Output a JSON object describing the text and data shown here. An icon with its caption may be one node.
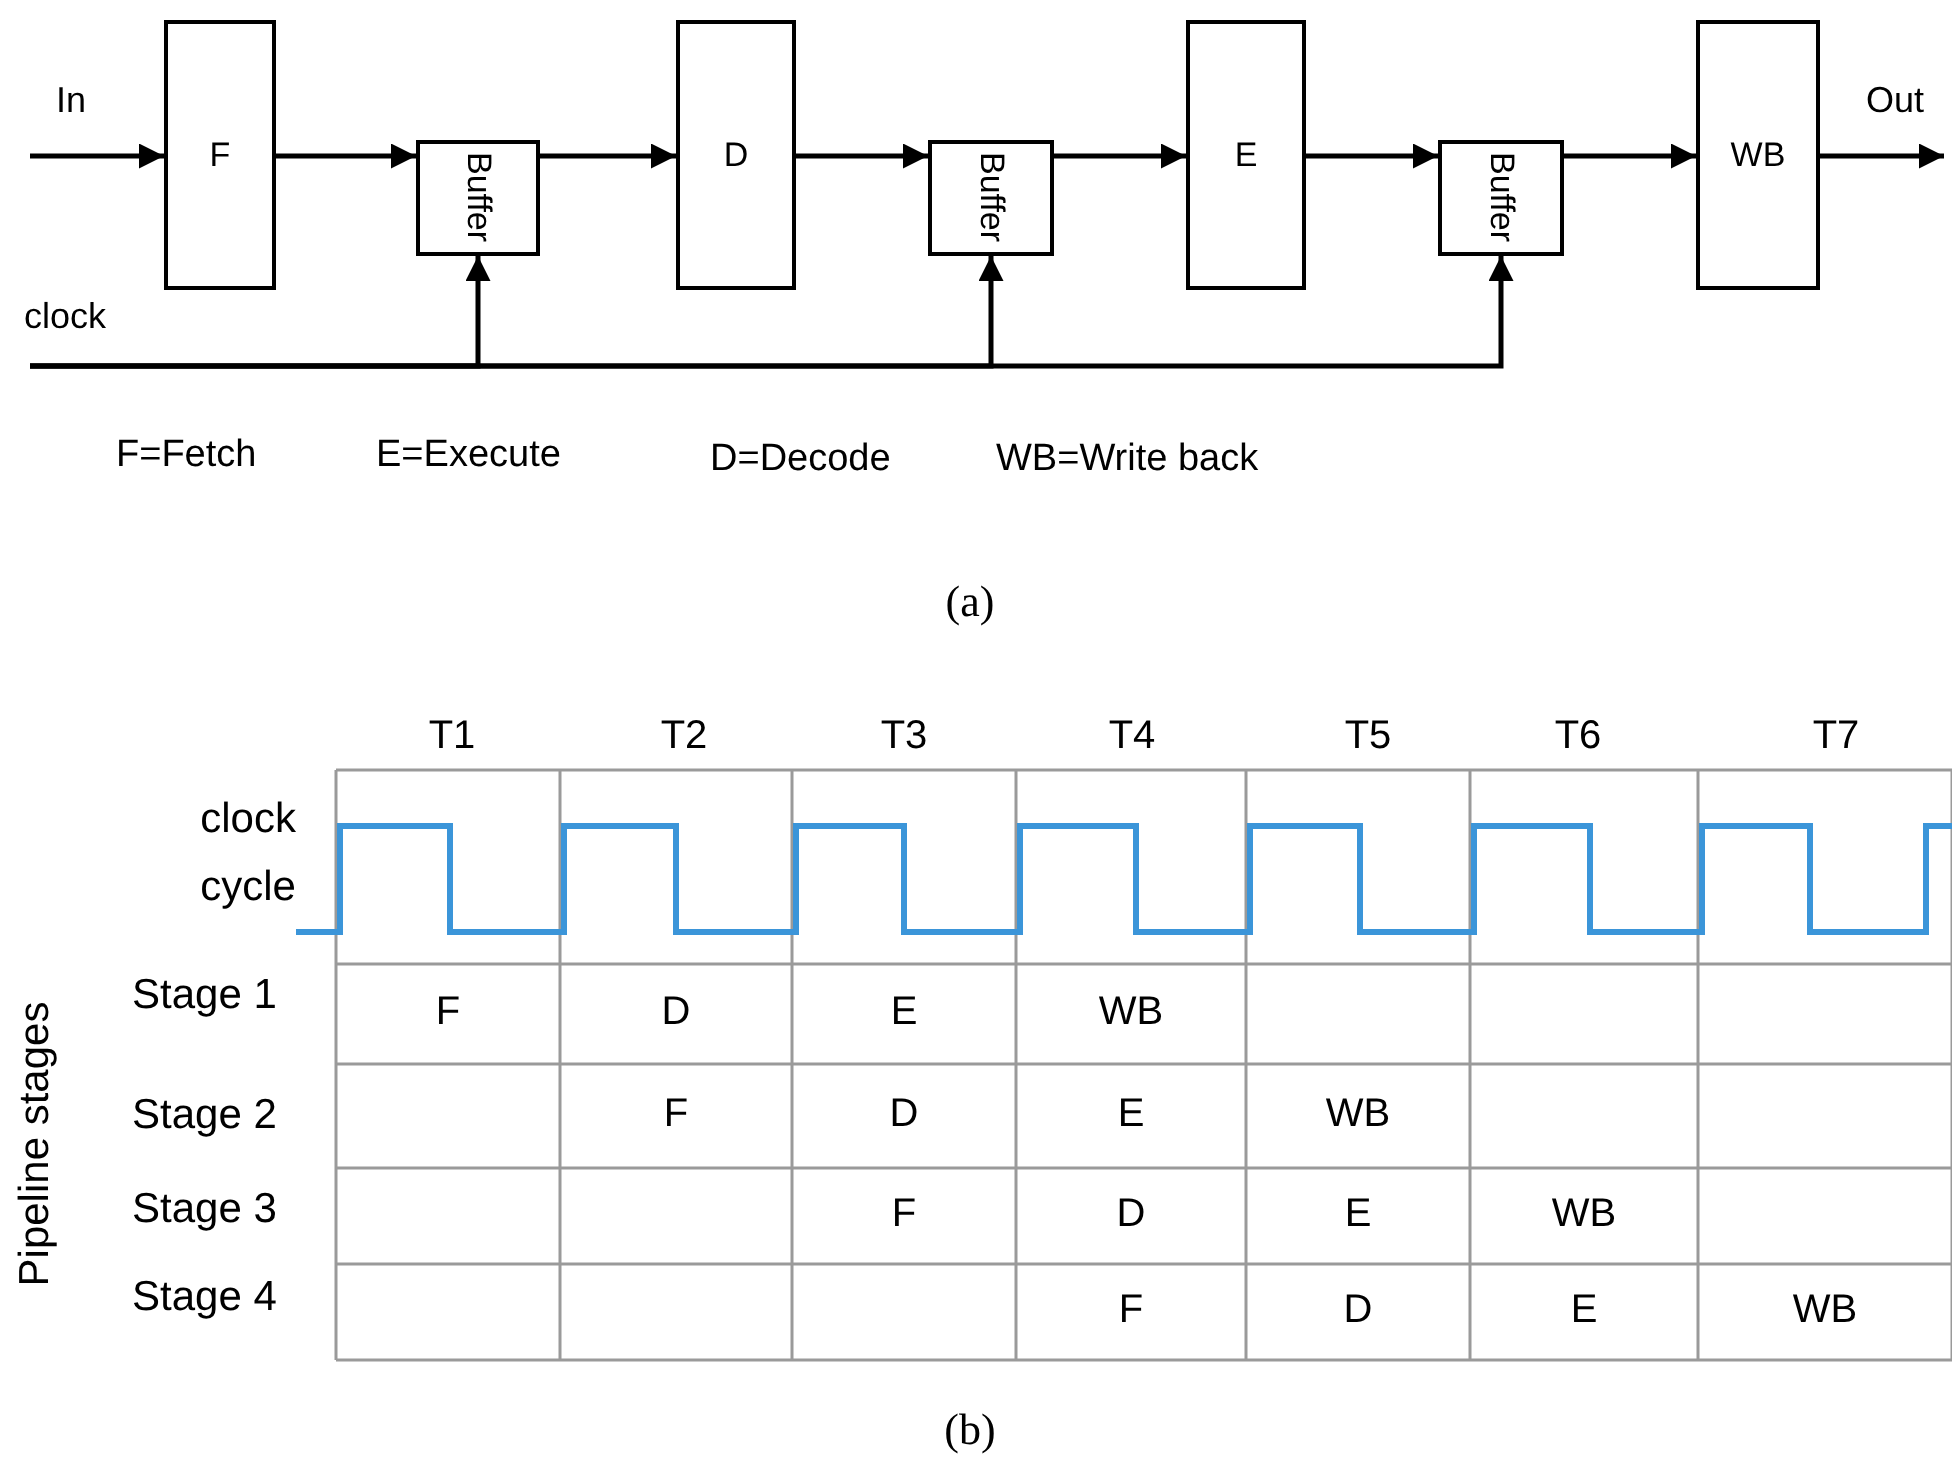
{
  "diagram": {
    "nodes": [
      {
        "text": [
          "F"
        ]
      },
      {
        "text": [
          "Buffer"
        ]
      },
      {
        "text": [
          "D"
        ]
      },
      {
        "text": [
          "Buffer"
        ]
      },
      {
        "text": [
          "E"
        ]
      },
      {
        "text": [
          "Buffer"
        ]
      },
      {
        "text": [
          "WB"
        ]
      },
      {
        "text": [
          "clock"
        ]
      }
    ],
    "edges": [
      {
        "from": null,
        "to": 0,
        "arrow": "to",
        "label": "In"
      },
      {
        "from": 0,
        "to": 1,
        "arrow": "to"
      },
      {
        "from": 1,
        "to": 2,
        "arrow": "to"
      },
      {
        "from": 2,
        "to": 3,
        "arrow": "to"
      },
      {
        "from": 3,
        "to": 4,
        "arrow": "to"
      },
      {
        "from": 4,
        "to": 5,
        "arrow": "to"
      },
      {
        "from": 5,
        "to": 6,
        "arrow": "to"
      },
      {
        "from": 6,
        "to": null,
        "arrow": "to",
        "label": "Out"
      },
      {
        "from": 7,
        "to": 1,
        "arrow": "to"
      },
      {
        "from": 7,
        "to": 3,
        "arrow": "to"
      },
      {
        "from": 7,
        "to": 5,
        "arrow": "to"
      }
    ],
    "labels": [
      "F=Fetch",
      "E=Execute",
      "D=Decode",
      "WB=Write back",
      "(a)",
      "T1",
      "T2",
      "T3",
      "T4",
      "T5",
      "T6",
      "T7",
      "clock cycle",
      "Pipeline stages",
      "Stage 1",
      "F",
      "D",
      "E",
      "WB",
      "Stage 2",
      "F",
      "D",
      "E",
      "WB",
      "Stage 3",
      "F",
      "D",
      "E",
      "WB",
      "Stage 4",
      "F",
      "D",
      "E",
      "WB",
      "(b)"
    ]
  }
}
